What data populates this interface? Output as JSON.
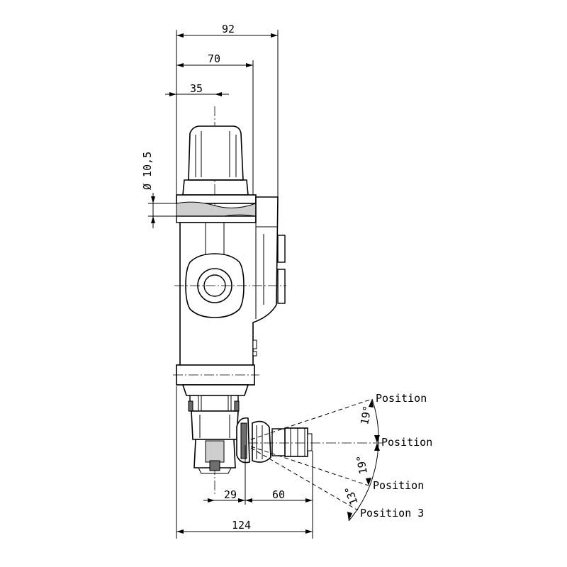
{
  "dimensions": {
    "overall_height": "92",
    "upper_height": "70",
    "cap_offset": "35",
    "diameter": "Ø 10,5",
    "lower_left": "29",
    "lower_right": "60",
    "overall_width": "124"
  },
  "angles": {
    "upper": "19°",
    "lower": "19°",
    "extra": "13°"
  },
  "positions": {
    "pos_a": "Position",
    "pos_b": "Position",
    "pos_c": "Position",
    "pos_d": "Position 3"
  }
}
